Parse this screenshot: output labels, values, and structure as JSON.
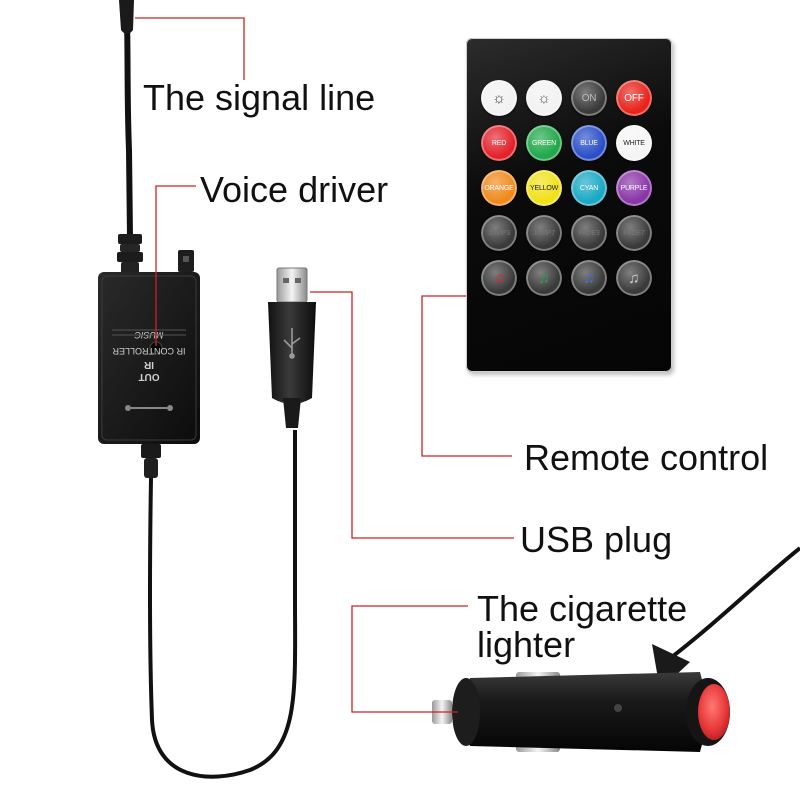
{
  "labels": {
    "signal_line": "The signal line",
    "voice_driver": "Voice driver",
    "remote_control": "Remote control",
    "usb_plug": "USB plug",
    "cigarette_lighter_1": "The cigarette",
    "cigarette_lighter_2": "lighter"
  },
  "controller_box": {
    "lines": [
      "MUSIC",
      "IR CONTROLLER",
      "IR",
      "OUT"
    ]
  },
  "remote": {
    "buttons": [
      {
        "label": "",
        "icon": "sun-bright-icon",
        "color": "#f2f2f2"
      },
      {
        "label": "",
        "icon": "sun-dim-icon",
        "color": "#f2f2f2"
      },
      {
        "label": "ON",
        "icon": "",
        "color": "#3a3a3a"
      },
      {
        "label": "OFF",
        "icon": "",
        "color": "#e8231c"
      },
      {
        "label": "RED",
        "icon": "",
        "color": "#e3222a"
      },
      {
        "label": "GREEN",
        "icon": "",
        "color": "#20a84a"
      },
      {
        "label": "BLUE",
        "icon": "",
        "color": "#2a4fc8"
      },
      {
        "label": "WHITE",
        "icon": "",
        "color": "#f5f5f5"
      },
      {
        "label": "ORANGE",
        "icon": "",
        "color": "#ef8a1c"
      },
      {
        "label": "YELLOW",
        "icon": "",
        "color": "#f0e11a"
      },
      {
        "label": "CYAN",
        "icon": "",
        "color": "#1aa8c4"
      },
      {
        "label": "PURPLE",
        "icon": "",
        "color": "#8a35a8"
      },
      {
        "label": "JUMP3",
        "icon": "",
        "color": "#3a3a3a"
      },
      {
        "label": "JUMP7",
        "icon": "",
        "color": "#3a3a3a"
      },
      {
        "label": "FADE3",
        "icon": "",
        "color": "#3a3a3a"
      },
      {
        "label": "FADE7",
        "icon": "",
        "color": "#3a3a3a"
      },
      {
        "label": "",
        "icon": "music-note-red-icon",
        "color": "#3a3a3a"
      },
      {
        "label": "",
        "icon": "music-note-green-icon",
        "color": "#3a3a3a"
      },
      {
        "label": "",
        "icon": "music-note-blue-icon",
        "color": "#3a3a3a"
      },
      {
        "label": "",
        "icon": "music-note-white-icon",
        "color": "#3a3a3a"
      }
    ]
  },
  "colors": {
    "leader_line": "#cc2222",
    "label_text": "#111111",
    "cable": "#111111",
    "lighter_tip": "#e8383a"
  }
}
